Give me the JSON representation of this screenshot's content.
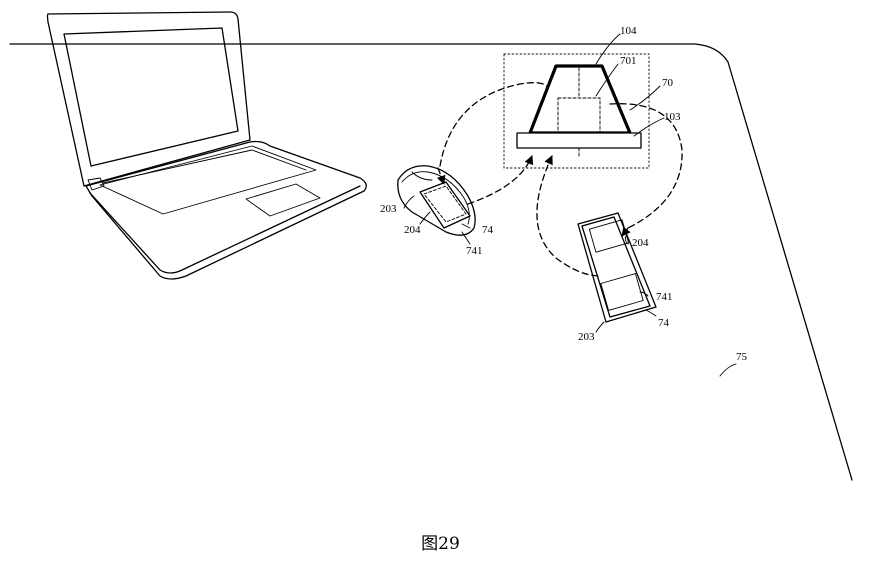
{
  "caption": "图29",
  "labels": {
    "l104": "104",
    "l701": "701",
    "l70": "70",
    "l103": "103",
    "l203a": "203",
    "l204a": "204",
    "l74a": "74",
    "l741a": "741",
    "l204b": "204",
    "l741b": "741",
    "l74b": "74",
    "l203b": "203",
    "l75": "75"
  }
}
